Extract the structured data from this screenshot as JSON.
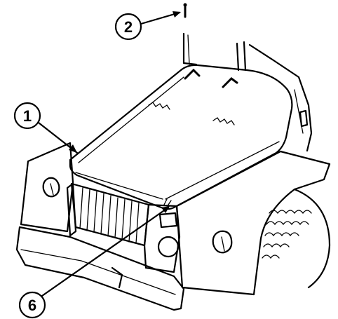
{
  "callouts": [
    {
      "id": "callout-1",
      "label": "1"
    },
    {
      "id": "callout-2",
      "label": "2"
    },
    {
      "id": "callout-6",
      "label": "6"
    }
  ],
  "colors": {
    "line": "#000000",
    "background": "#ffffff"
  }
}
